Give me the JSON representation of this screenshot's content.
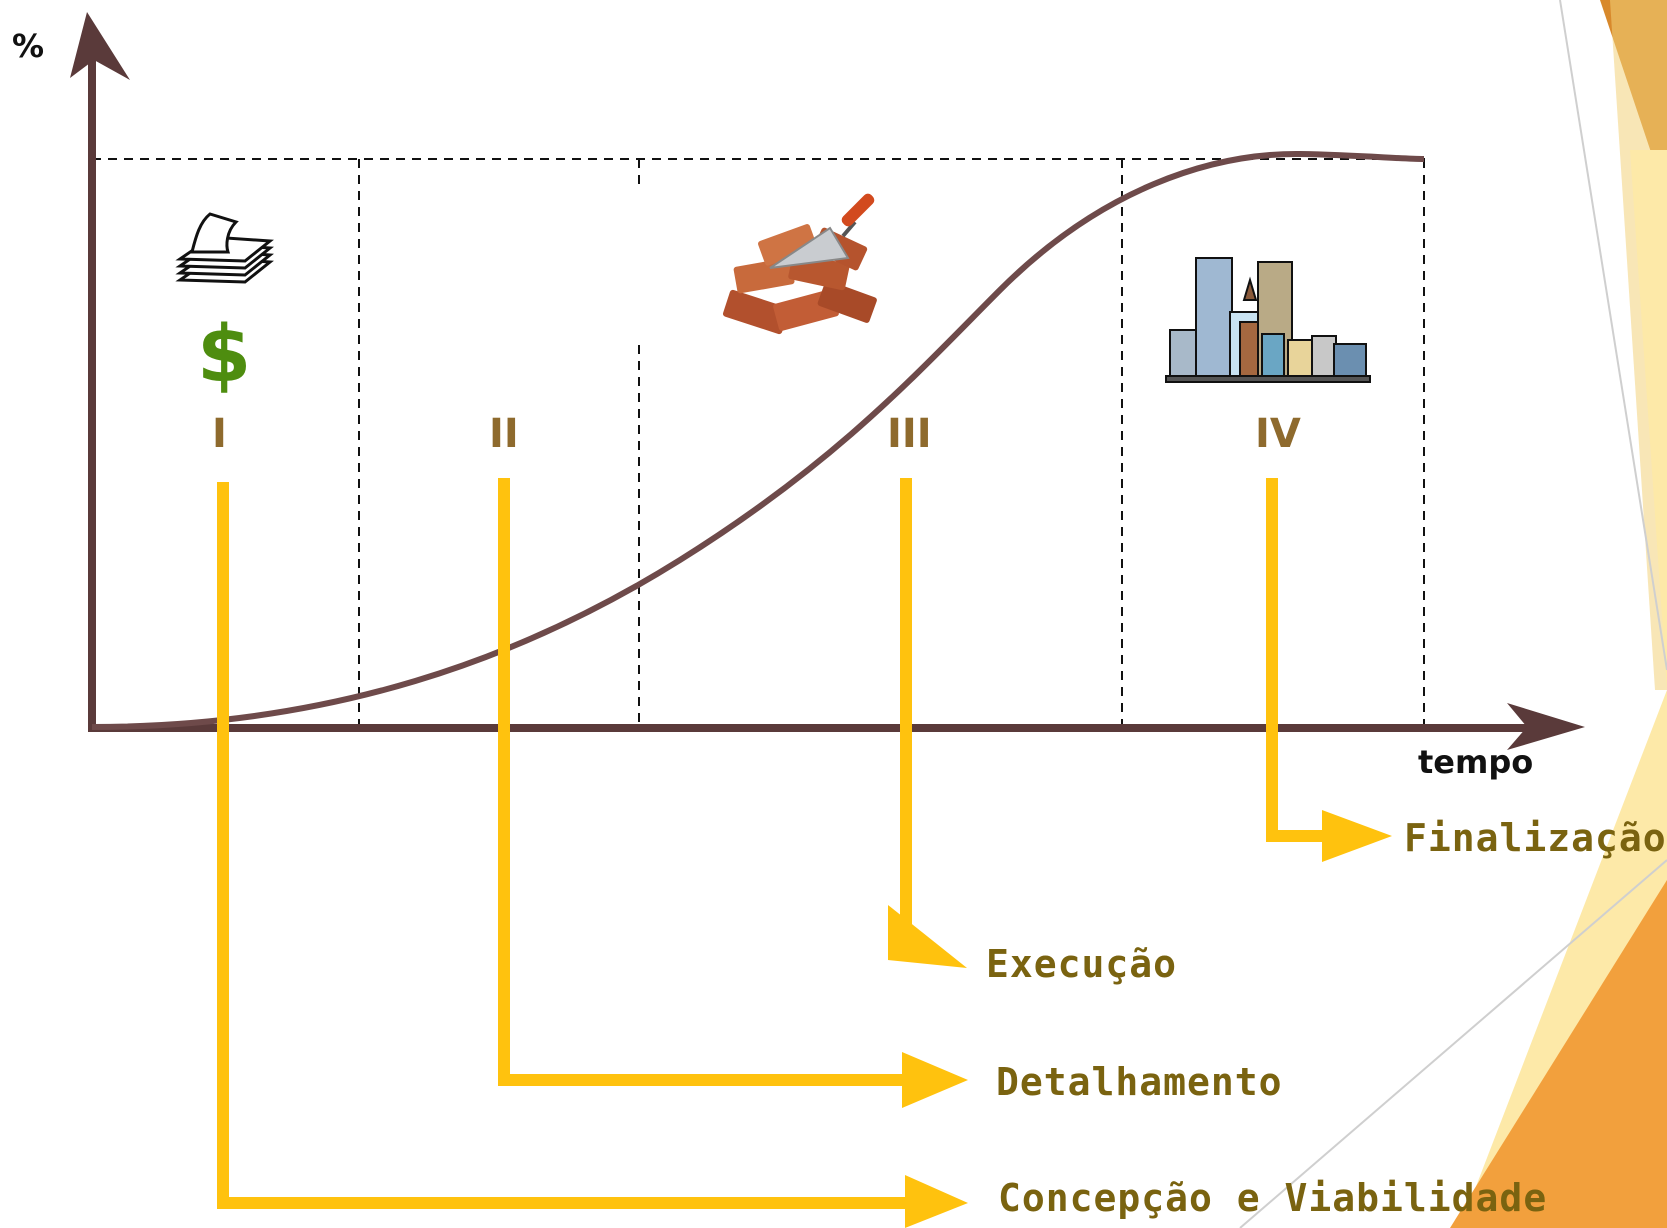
{
  "axes": {
    "y_label": "%",
    "x_label": "tempo"
  },
  "stages": [
    {
      "numeral": "I",
      "name": "Concepção e Viabilidade"
    },
    {
      "numeral": "II",
      "name": "Detalhamento"
    },
    {
      "numeral": "III",
      "name": "Execução"
    },
    {
      "numeral": "IV",
      "name": "Finalização"
    }
  ],
  "icons": {
    "stage_1": [
      "papers-stack-icon",
      "dollar-sign-icon"
    ],
    "stage_1_symbol": "$",
    "stage_3": "bricks-trowel-icon",
    "stage_4": "city-buildings-icon"
  },
  "colors": {
    "axis": "#5a3a3a",
    "curve": "#6e4a4a",
    "connector": "#ffc20e",
    "phase_text": "#7a6310",
    "roman_text": "#8e6a2d",
    "dollar": "#4e8d0f",
    "accent_orange": "#f2a03d",
    "accent_light": "#fde9a8"
  }
}
